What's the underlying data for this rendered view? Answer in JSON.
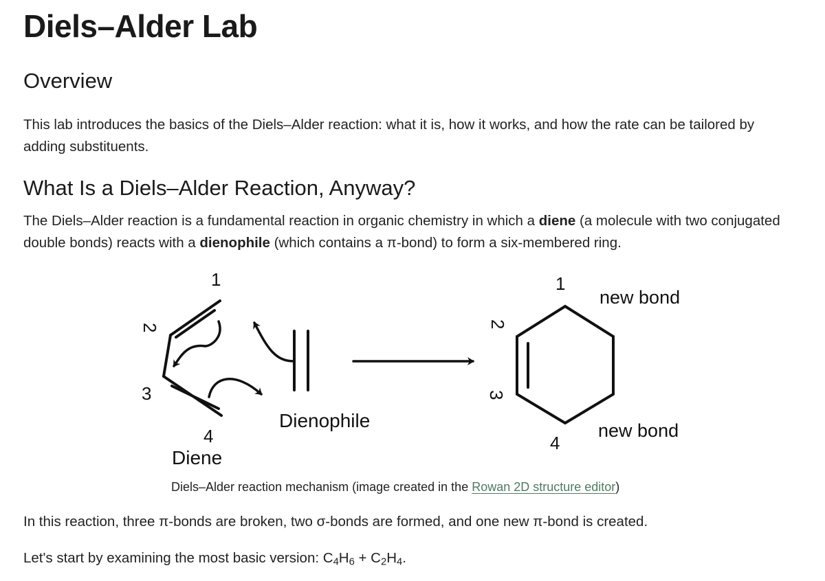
{
  "doc": {
    "title": "Diels–Alder Lab",
    "overview_heading": "Overview",
    "overview_text": "This lab introduces the basics of the Diels–Alder reaction: what it is, how it works, and how the rate can be tailored by adding substituents.",
    "section_heading": "What Is a Diels–Alder Reaction, Anyway?",
    "def_part1": "The Diels–Alder reaction is a fundamental reaction in organic chemistry in which a ",
    "def_term1": "diene",
    "def_part2": " (a molecule with two conjugated double bonds) reacts with a ",
    "def_term2": "dienophile",
    "def_part3": " (which contains a π-bond) to form a six-membered ring."
  },
  "figure": {
    "labels": {
      "n1_left": "1",
      "n2_left": "2",
      "n3_left": "3",
      "n4_left": "4",
      "diene": "Diene",
      "dienophile": "Dienophile",
      "n1_right": "1",
      "n2_right": "2",
      "n3_right": "3",
      "n4_right": "4",
      "new_bond_top": "new bond",
      "new_bond_bottom": "new bond"
    },
    "caption_prefix": "Diels–Alder reaction mechanism (image created in the ",
    "caption_link": "Rowan 2D structure editor",
    "caption_suffix": ")"
  },
  "after": {
    "bonds_text": "In this reaction, three π-bonds are broken, two σ-bonds are formed, and one new π-bond is created.",
    "start_prefix": "Let's start by examining the most basic version: C",
    "f1_sub1": "4",
    "f1_mid": "H",
    "f1_sub2": "6",
    "f_plus": " + C",
    "f2_sub1": "2",
    "f2_mid": "H",
    "f2_sub2": "4",
    "f_end": "."
  }
}
